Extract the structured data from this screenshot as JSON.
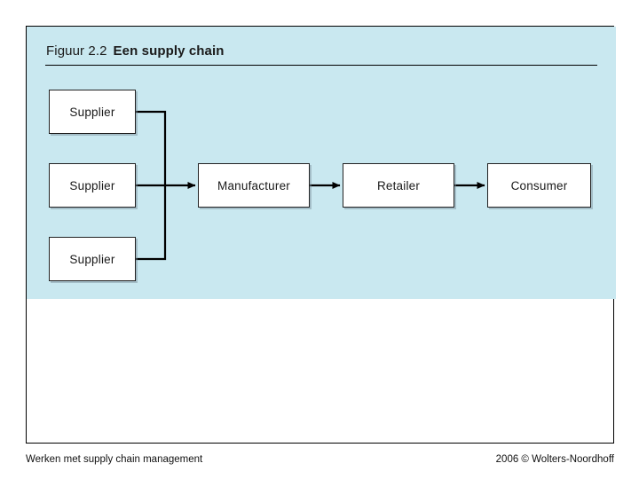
{
  "slide": {
    "panel_color": "#c9e8f0",
    "border_color": "#000000"
  },
  "figure": {
    "number": "Figuur 2.2",
    "title": "Een supply chain"
  },
  "diagram": {
    "type": "flow-diagram",
    "nodes": [
      {
        "id": "supplier-1",
        "label": "Supplier"
      },
      {
        "id": "supplier-2",
        "label": "Supplier"
      },
      {
        "id": "supplier-3",
        "label": "Supplier"
      },
      {
        "id": "manufacturer",
        "label": "Manufacturer"
      },
      {
        "id": "retailer",
        "label": "Retailer"
      },
      {
        "id": "consumer",
        "label": "Consumer"
      }
    ],
    "edges": [
      {
        "from": "supplier-1",
        "to": "manufacturer",
        "arrow": true
      },
      {
        "from": "supplier-2",
        "to": "manufacturer",
        "arrow": true
      },
      {
        "from": "supplier-3",
        "to": "manufacturer",
        "arrow": true
      },
      {
        "from": "manufacturer",
        "to": "retailer",
        "arrow": true
      },
      {
        "from": "retailer",
        "to": "consumer",
        "arrow": true
      }
    ]
  },
  "footer": {
    "left": "Werken met supply chain management",
    "right": "2006 © Wolters-Noordhoff"
  }
}
